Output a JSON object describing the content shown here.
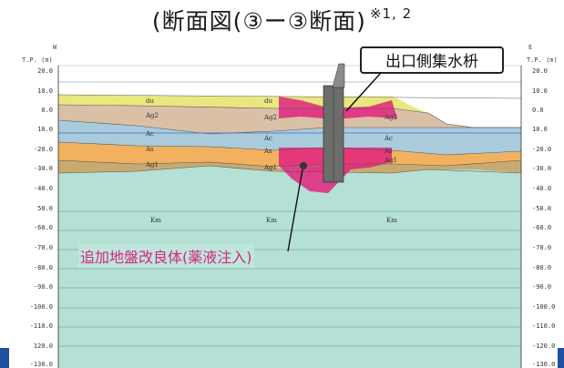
{
  "title": {
    "text": "(断面図(③ー③断面)",
    "note": "※1, 2"
  },
  "axis": {
    "left_dir": "W",
    "right_dir": "E",
    "unit": "T.P. (m)",
    "left_ticks": [
      "20.0",
      "10.0",
      "0.0",
      "10.0",
      "-20.0",
      "-30.0",
      "-40.0",
      "50.0",
      "-60.0",
      "-70.0",
      "-80.0",
      "-90.0",
      "-100.0",
      "-110.0",
      "120.0",
      "-130.0"
    ],
    "right_ticks": [
      "20.0",
      "10.0",
      "0.0",
      "10.0",
      "-20.0",
      "-30.0",
      "-40.0",
      "-50.0",
      "-60.0",
      "-70.0",
      "-80.0",
      "-90.0",
      "-100.0",
      "-110.0",
      "-120.0",
      "-130.0"
    ]
  },
  "callout": {
    "text": "出口側集水枡"
  },
  "improvement_label": {
    "text": "追加地盤改良体(薬液注入)"
  },
  "layers": {
    "du_1": "du",
    "du_2": "du",
    "ag2_1": "Ag2",
    "ag2_2": "Ag2",
    "ag2_3": "Ag2",
    "ac_1": "Ac",
    "ac_2": "Ac",
    "ac_3": "Ac",
    "as_1": "As",
    "as_2": "As",
    "as_3": "As",
    "ag1_1": "Ag1",
    "ag1_2": "Ag1",
    "ag1_3": "Ag1",
    "km_1": "Km",
    "km_2": "Km",
    "km_3": "Km"
  },
  "colors": {
    "du": "#e9e77e",
    "ag2": "#d9c0a6",
    "ac": "#a9cbdc",
    "as": "#f2b15f",
    "ag1": "#c8aa70",
    "km": "#b4e0d6",
    "pink": "#e2237e",
    "structure": "#6b6e6b",
    "label_pink": "#d6247a",
    "edge_blue": "#1f4fa0"
  }
}
